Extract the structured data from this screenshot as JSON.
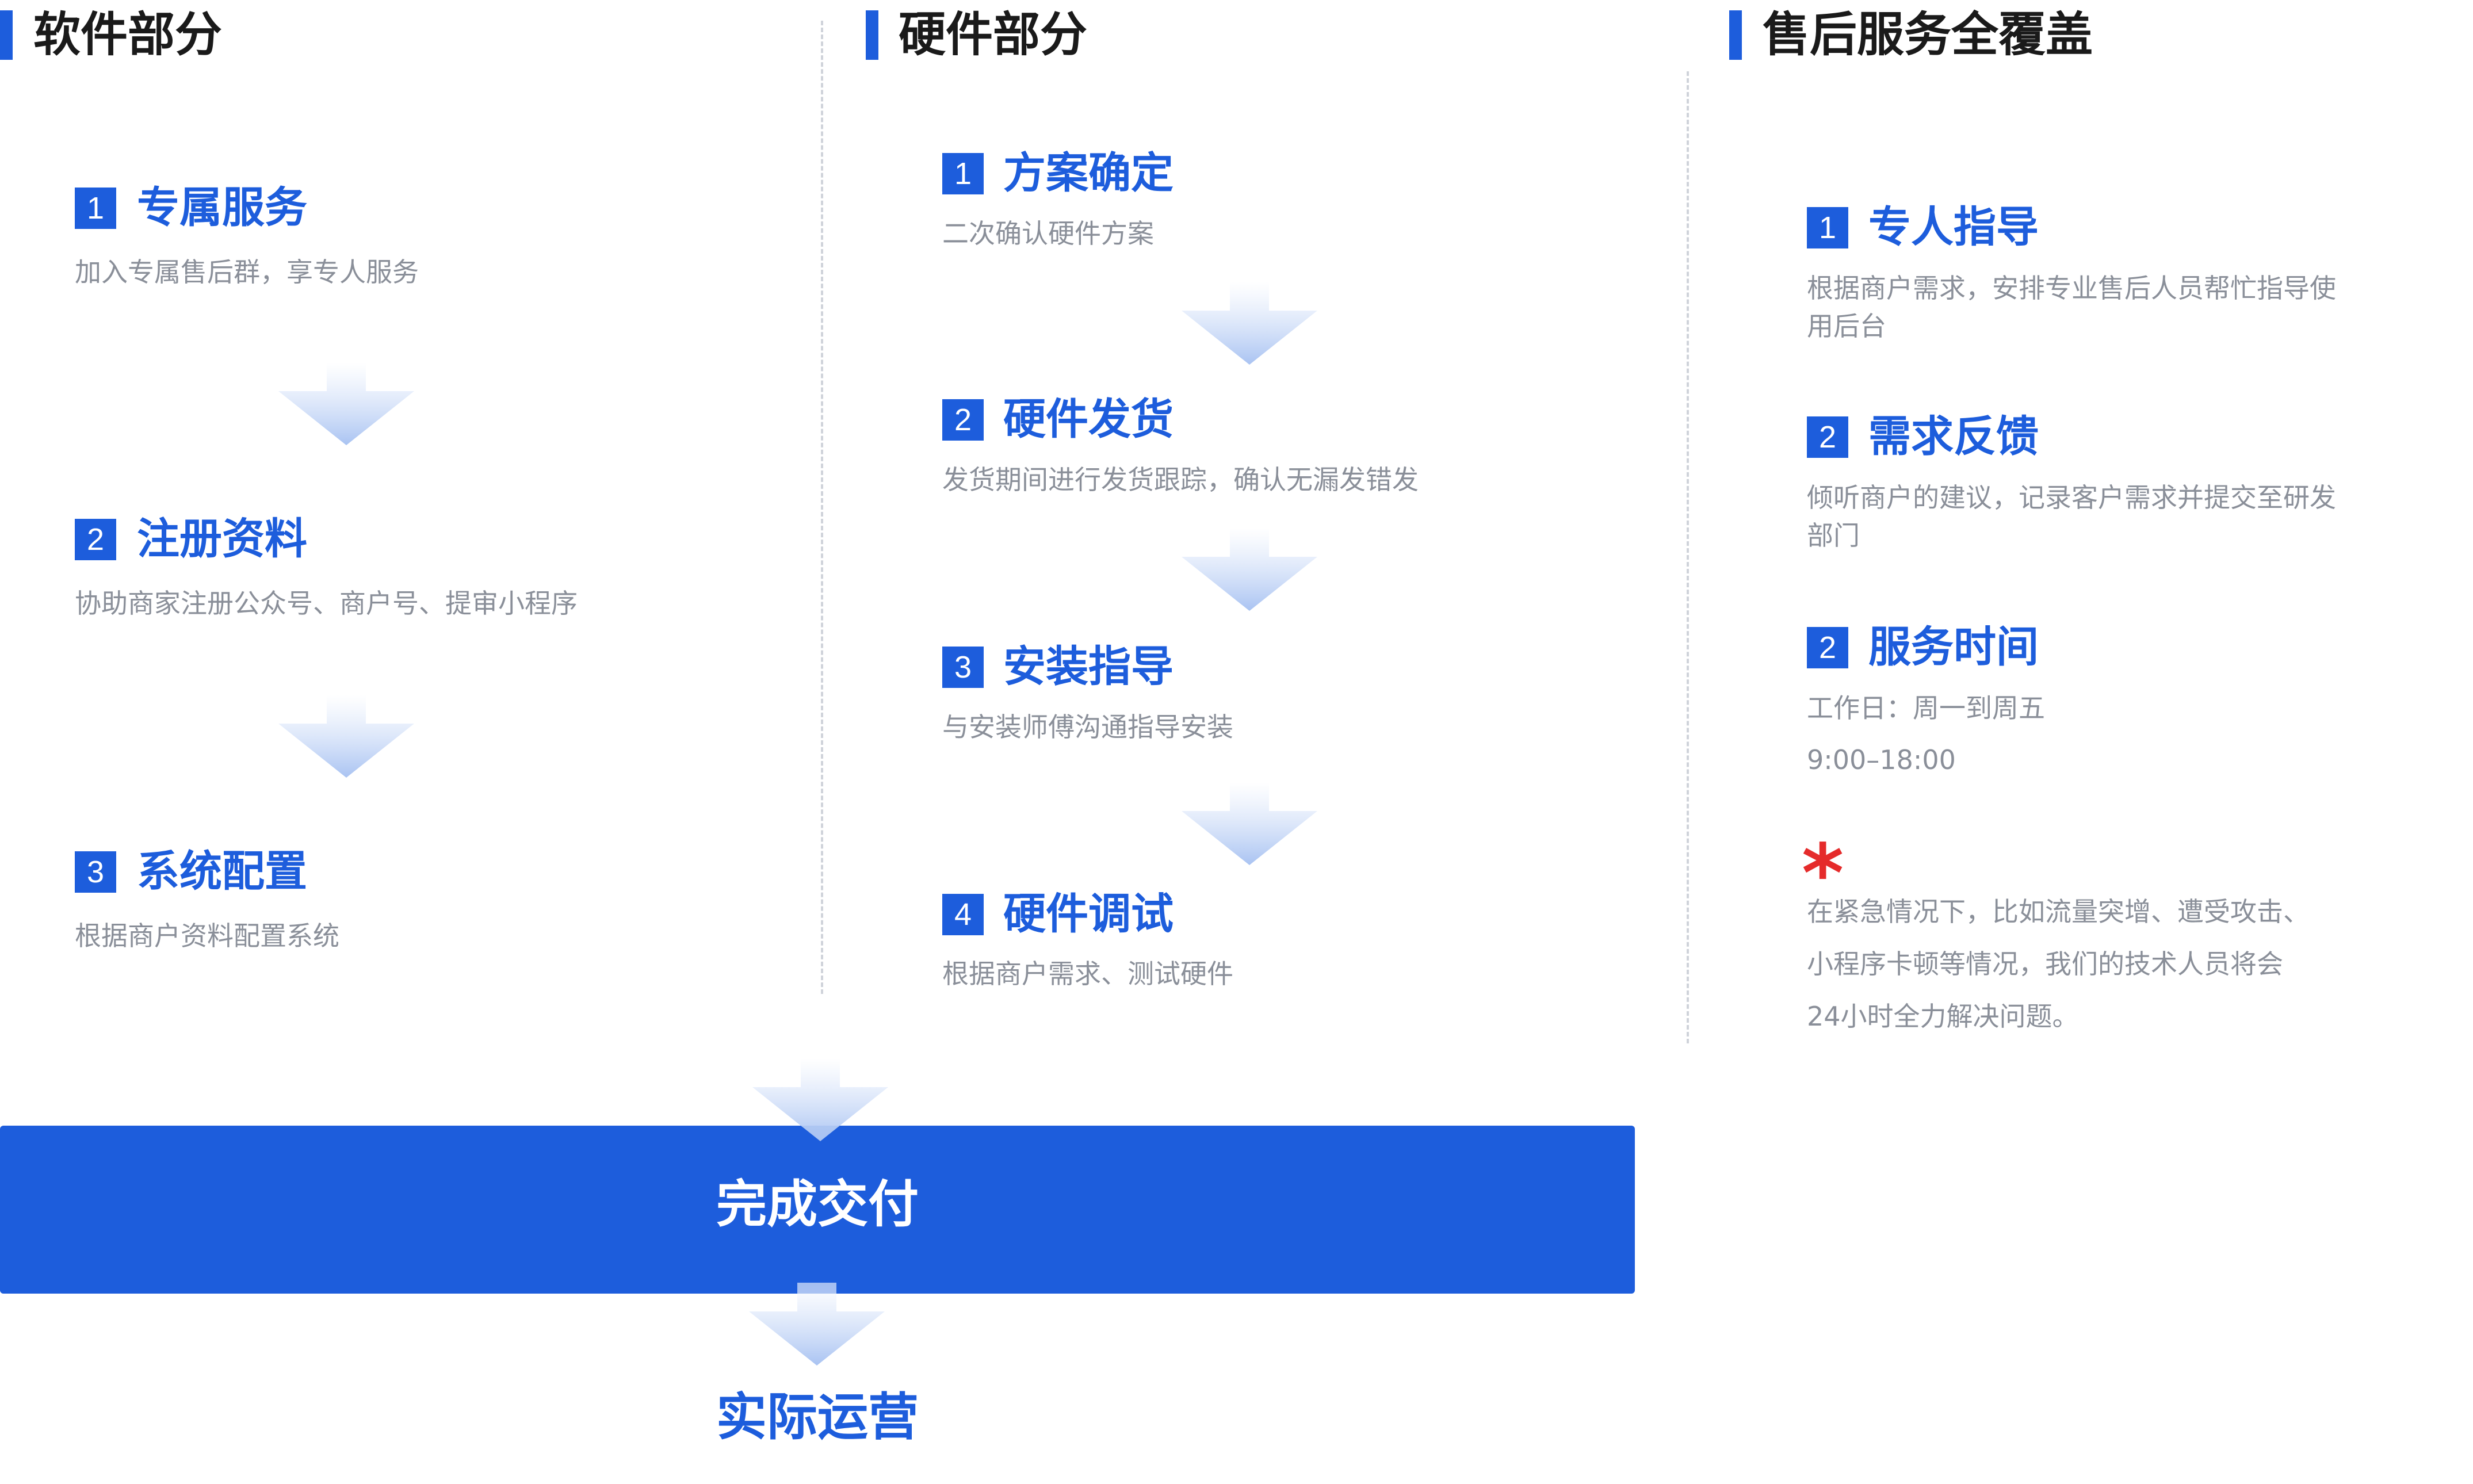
{
  "colors": {
    "accent": "#1d5ddc",
    "muted": "#8a8f99",
    "heading": "#1a1a1a",
    "alert": "#e52b2b"
  },
  "software": {
    "title": "软件部分",
    "steps": [
      {
        "num": "1",
        "title": "专属服务",
        "desc": "加入专属售后群，享专人服务"
      },
      {
        "num": "2",
        "title": "注册资料",
        "desc": "协助商家注册公众号、商户号、提审小程序"
      },
      {
        "num": "3",
        "title": "系统配置",
        "desc": "根据商户资料配置系统"
      }
    ]
  },
  "hardware": {
    "title": "硬件部分",
    "steps": [
      {
        "num": "1",
        "title": "方案确定",
        "desc": "二次确认硬件方案"
      },
      {
        "num": "2",
        "title": "硬件发货",
        "desc": "发货期间进行发货跟踪，确认无漏发错发"
      },
      {
        "num": "3",
        "title": "安装指导",
        "desc": "与安装师傅沟通指导安装"
      },
      {
        "num": "4",
        "title": "硬件调试",
        "desc": "根据商户需求、测试硬件"
      }
    ]
  },
  "aftersales": {
    "title": "售后服务全覆盖",
    "steps": [
      {
        "num": "1",
        "title": "专人指导",
        "desc": "根据商户需求，安排专业售后人员帮忙指导使用后台"
      },
      {
        "num": "2",
        "title": "需求反馈",
        "desc": "倾听商户的建议，记录客户需求并提交至研发部门"
      },
      {
        "num": "2",
        "title": "服务时间",
        "desc_line1": "工作日：周一到周五",
        "desc_line2": "9:00–18:00"
      }
    ],
    "emergency": {
      "mark": "*",
      "lines": [
        "在紧急情况下，比如流量突增、遭受攻击、",
        "小程序卡顿等情况，我们的技术人员将会",
        "24小时全力解决问题。"
      ]
    }
  },
  "deliver": {
    "label": "完成交付"
  },
  "final": {
    "label": "实际运营"
  }
}
